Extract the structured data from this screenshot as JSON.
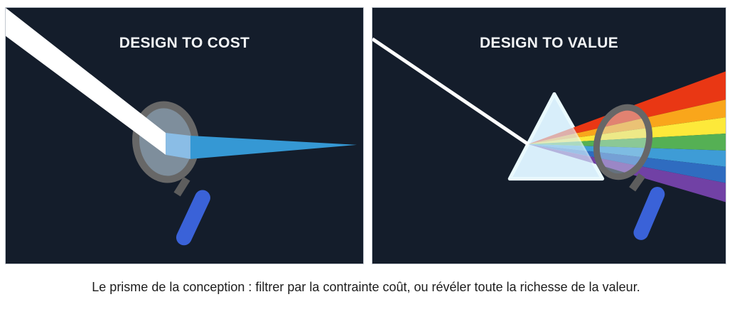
{
  "panels": {
    "left": {
      "title": "DESIGN TO COST"
    },
    "right": {
      "title": "DESIGN TO VALUE"
    }
  },
  "caption": "Le prisme de la conception : filtrer par la contrainte coût, ou révéler toute la richesse de la valeur.",
  "colors": {
    "panel_bg": "#141d2b",
    "page_bg": "#ffffff",
    "beam_white": "#ffffff",
    "lens_beam_blue": "#8abde6",
    "focused_beam_blue": "#3598d4",
    "ring_gray": "#676767",
    "lens_tint": "rgba(196,218,232,0.60)",
    "lens_tint_right": "rgba(215,233,243,0.42)",
    "stub_gray": "#5d5d5d",
    "handle_blue": "#3a62d8",
    "prism_fill": "#d8eefa",
    "prism_border": "#eafafe",
    "ray_red": "#e93714",
    "ray_orange": "#f9a61b",
    "ray_yellow": "#fde93a",
    "ray_green": "#55b054",
    "ray_sky": "#3e9cd6",
    "ray_blue": "#2f6cc0",
    "ray_purple": "#7141a5",
    "title_text": "#f2f4f6",
    "caption_text": "#1c1c1c"
  }
}
